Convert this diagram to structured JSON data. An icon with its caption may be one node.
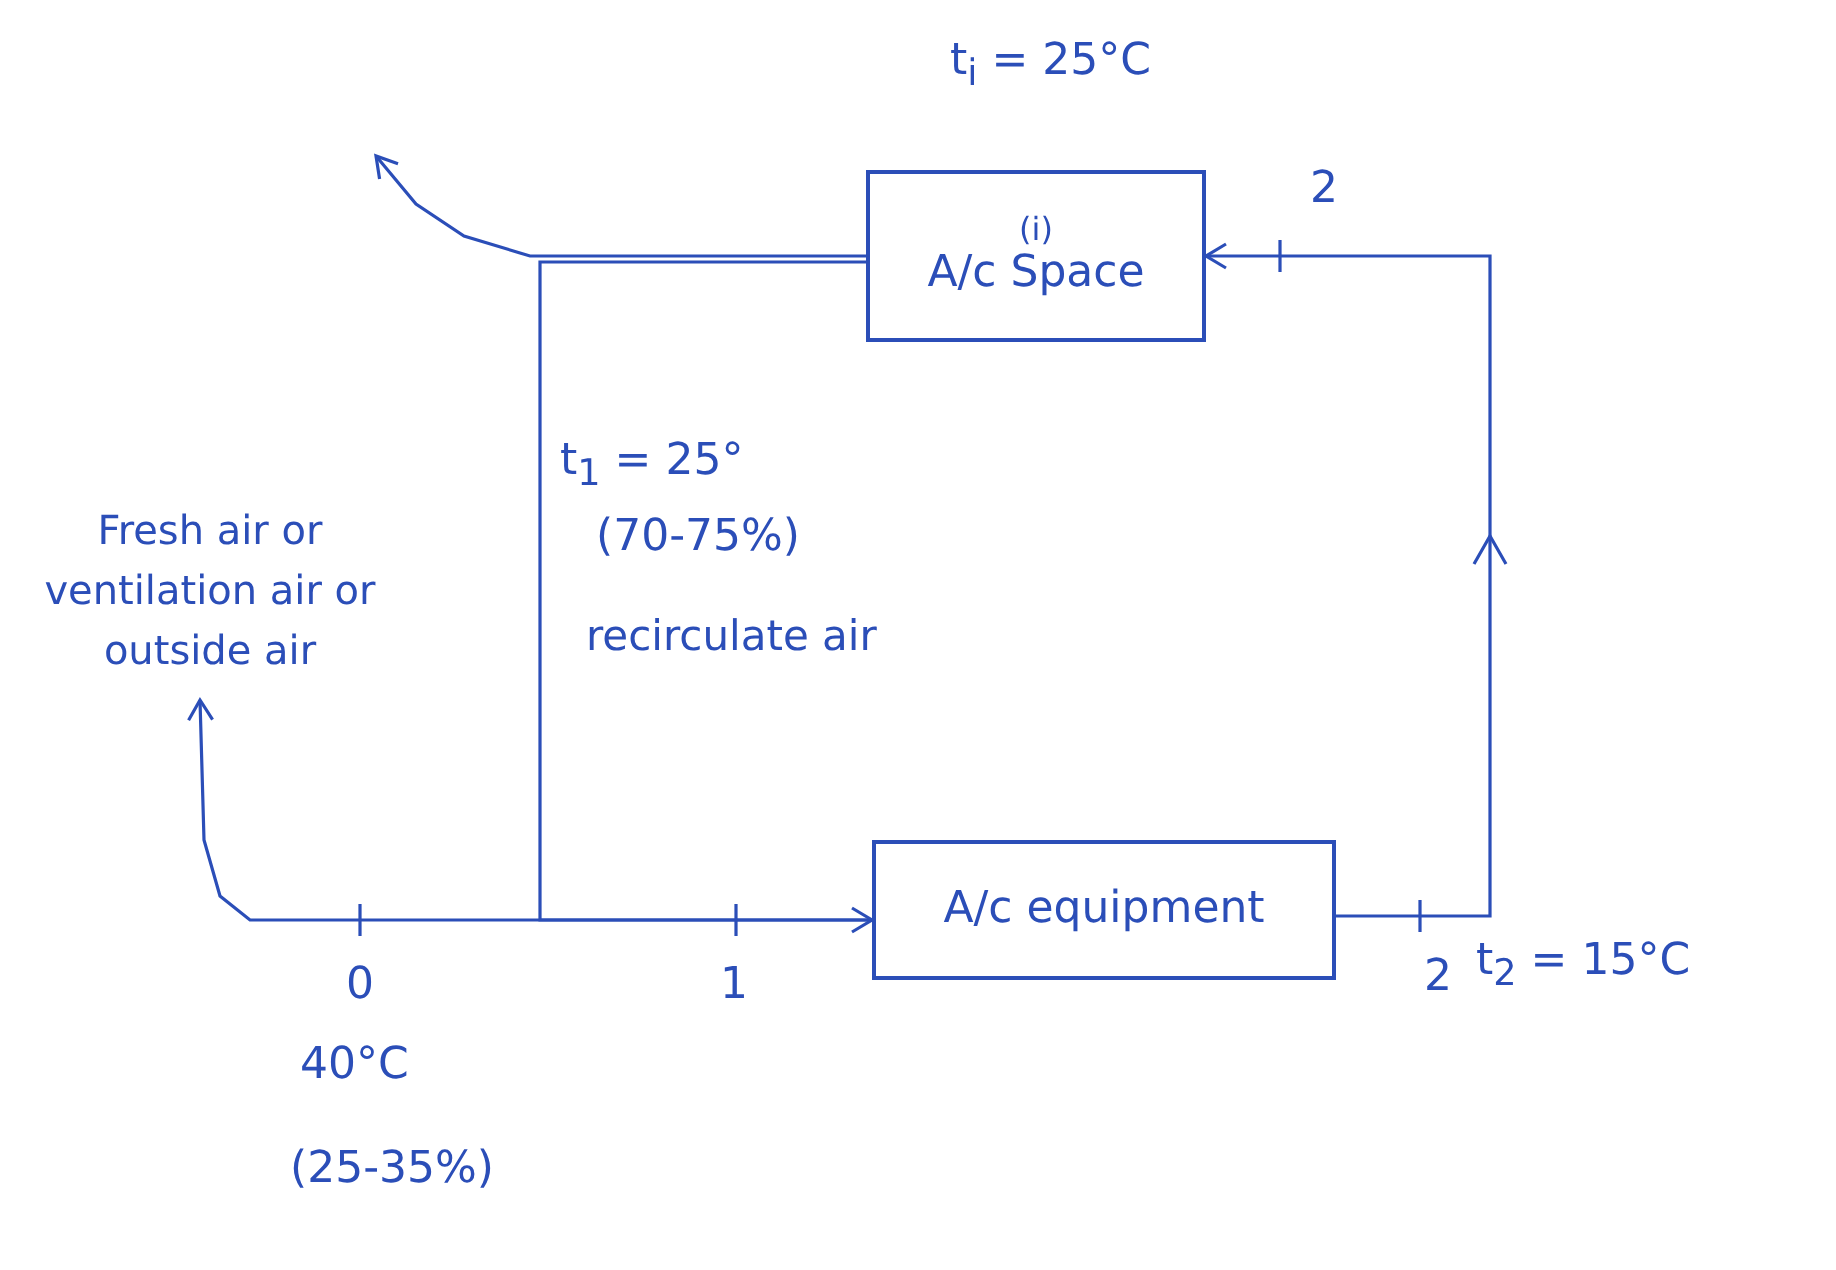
{
  "diagram": {
    "nodes": [
      {
        "text": [
          "(i)",
          "A/c Space"
        ]
      },
      {
        "text": [
          "A/c equipment"
        ]
      },
      {
        "text": [
          "Fresh air or ventilation air or outside air"
        ]
      }
    ],
    "edges": [
      {
        "from": 1,
        "to": 0,
        "arrow": "to"
      },
      {
        "from": 0,
        "to": null,
        "arrow": "to"
      },
      {
        "from": 0,
        "to": 1,
        "arrow": "to",
        "label": "recirculate air"
      },
      {
        "from": 1,
        "to": 2,
        "arrow": "to"
      }
    ],
    "labels": [
      "t$_{i}$ = 25°C",
      "2",
      "t$_{1}$ = 25°",
      "(70-75%)",
      "0",
      "1",
      "2",
      "t$_{2}$ = 15°C",
      "40°C",
      "(25-35%)"
    ]
  }
}
